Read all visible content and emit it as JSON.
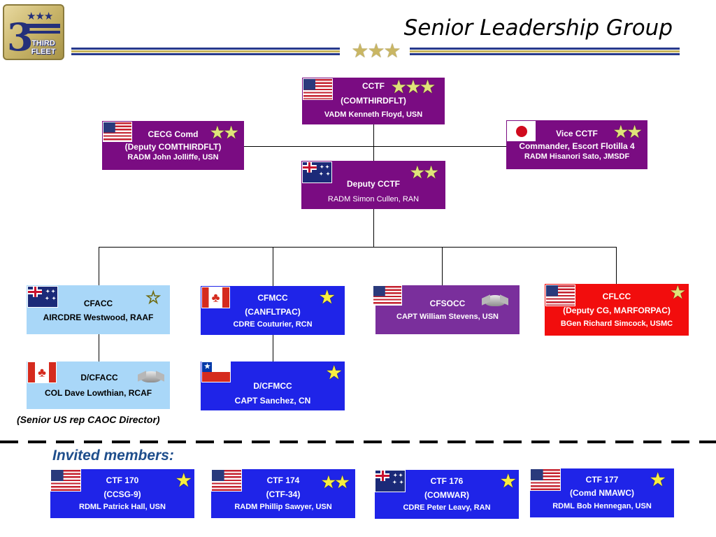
{
  "header": {
    "title": "Senior Leadership Group",
    "logo_text": "THIRD FLEET",
    "logo_numeral": "3",
    "title_stars": "★★★"
  },
  "colors": {
    "purple": "#7a0c82",
    "blue": "#1f24e8",
    "light_blue": "#a9d7f8",
    "violet": "#7a2f9c",
    "red": "#f20d0d",
    "title_rule_blue": "#283a8c",
    "title_rule_gold": "#c7b45a",
    "invited_text": "#1f4e8c"
  },
  "nodes": {
    "cctf": {
      "flag": "usa-flag-icon",
      "stars": "★★★",
      "lines": [
        "CCTF",
        "(COMTHIRDFLT)",
        "VADM Kenneth Floyd, USN"
      ]
    },
    "cecg": {
      "flag": "usa-flag-icon",
      "stars": "★★",
      "lines": [
        "CECG Comd",
        "(Deputy COMTHIRDFLT)",
        "RADM John Jolliffe, USN"
      ]
    },
    "vice": {
      "flag": "japan-flag-icon",
      "stars": "★★",
      "lines": [
        "Vice CCTF",
        "Commander, Escort Flotilla 4",
        "RADM Hisanori Sato, JMSDF"
      ]
    },
    "deputy": {
      "flag": "australia-flag-icon",
      "stars": "★★",
      "lines": [
        "Deputy CCTF",
        "RADM Simon Cullen, RAN"
      ]
    },
    "cfacc": {
      "flag": "australia-flag-icon",
      "stars": "☆",
      "lines": [
        "CFACC",
        "AIRCDRE Westwood, RAAF"
      ]
    },
    "cfmcc": {
      "flag": "canada-flag-icon",
      "stars": "★",
      "lines": [
        "CFMCC",
        "(CANFLTPAC)",
        "CDRE Couturier, RCN"
      ]
    },
    "cfsocc": {
      "flag": "usa-flag-icon",
      "insignia": "eagle-insignia-icon",
      "lines": [
        "CFSOCC",
        "CAPT William Stevens, USN"
      ]
    },
    "cflcc": {
      "flag": "usa-flag-icon",
      "stars": "★",
      "lines": [
        "CFLCC",
        "(Deputy CG, MARFORPAC)",
        "BGen Richard Simcock, USMC"
      ]
    },
    "dcfacc": {
      "flag": "canada-flag-icon",
      "insignia": "eagle-insignia-icon",
      "lines": [
        "D/CFACC",
        "COL Dave Lowthian, RCAF"
      ]
    },
    "dcfmcc": {
      "flag": "chile-flag-icon",
      "stars": "★",
      "lines": [
        "D/CFMCC",
        "CAPT Sanchez, CN"
      ]
    }
  },
  "note": "(Senior US rep CAOC Director)",
  "invited": {
    "label": "Invited members:",
    "members": [
      {
        "flag": "usa-flag-icon",
        "stars": "★",
        "lines": [
          "CTF 170",
          "(CCSG-9)",
          "RDML Patrick Hall, USN"
        ]
      },
      {
        "flag": "usa-flag-icon",
        "stars": "★★",
        "lines": [
          "CTF 174",
          "(CTF-34)",
          "RADM Phillip Sawyer, USN"
        ]
      },
      {
        "flag": "australia-flag-icon",
        "stars": "★",
        "lines": [
          "CTF 176",
          "(COMWAR)",
          "CDRE Peter Leavy, RAN"
        ]
      },
      {
        "flag": "usa-flag-icon",
        "stars": "★",
        "lines": [
          "CTF 177",
          "(Comd NMAWC)",
          "RDML Bob Hennegan, USN"
        ]
      }
    ]
  }
}
